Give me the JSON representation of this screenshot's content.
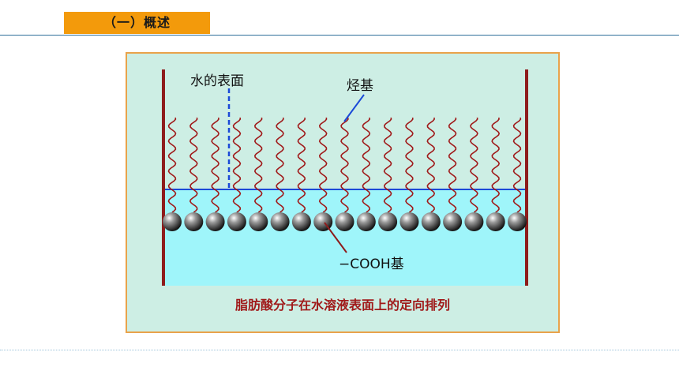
{
  "section": {
    "label": "（一）概述"
  },
  "figure": {
    "labels": {
      "water_surface": "水的表面",
      "hydrocarbon": "烃基",
      "carboxyl": "−COOH基"
    },
    "caption": "脂肪酸分子在水溶液表面上的定向排列",
    "molecule_count": 17,
    "colors": {
      "background": "#cdeee4",
      "water": "#9ff5fa",
      "frame_border": "#e9a34b",
      "wall": "#8e1c1c",
      "tail": "#a01a1a",
      "surface_line": "#1a49d8",
      "leader_line": "#1a49d8",
      "caption": "#a01a1a",
      "section_label_bg": "#f39a0b"
    }
  }
}
